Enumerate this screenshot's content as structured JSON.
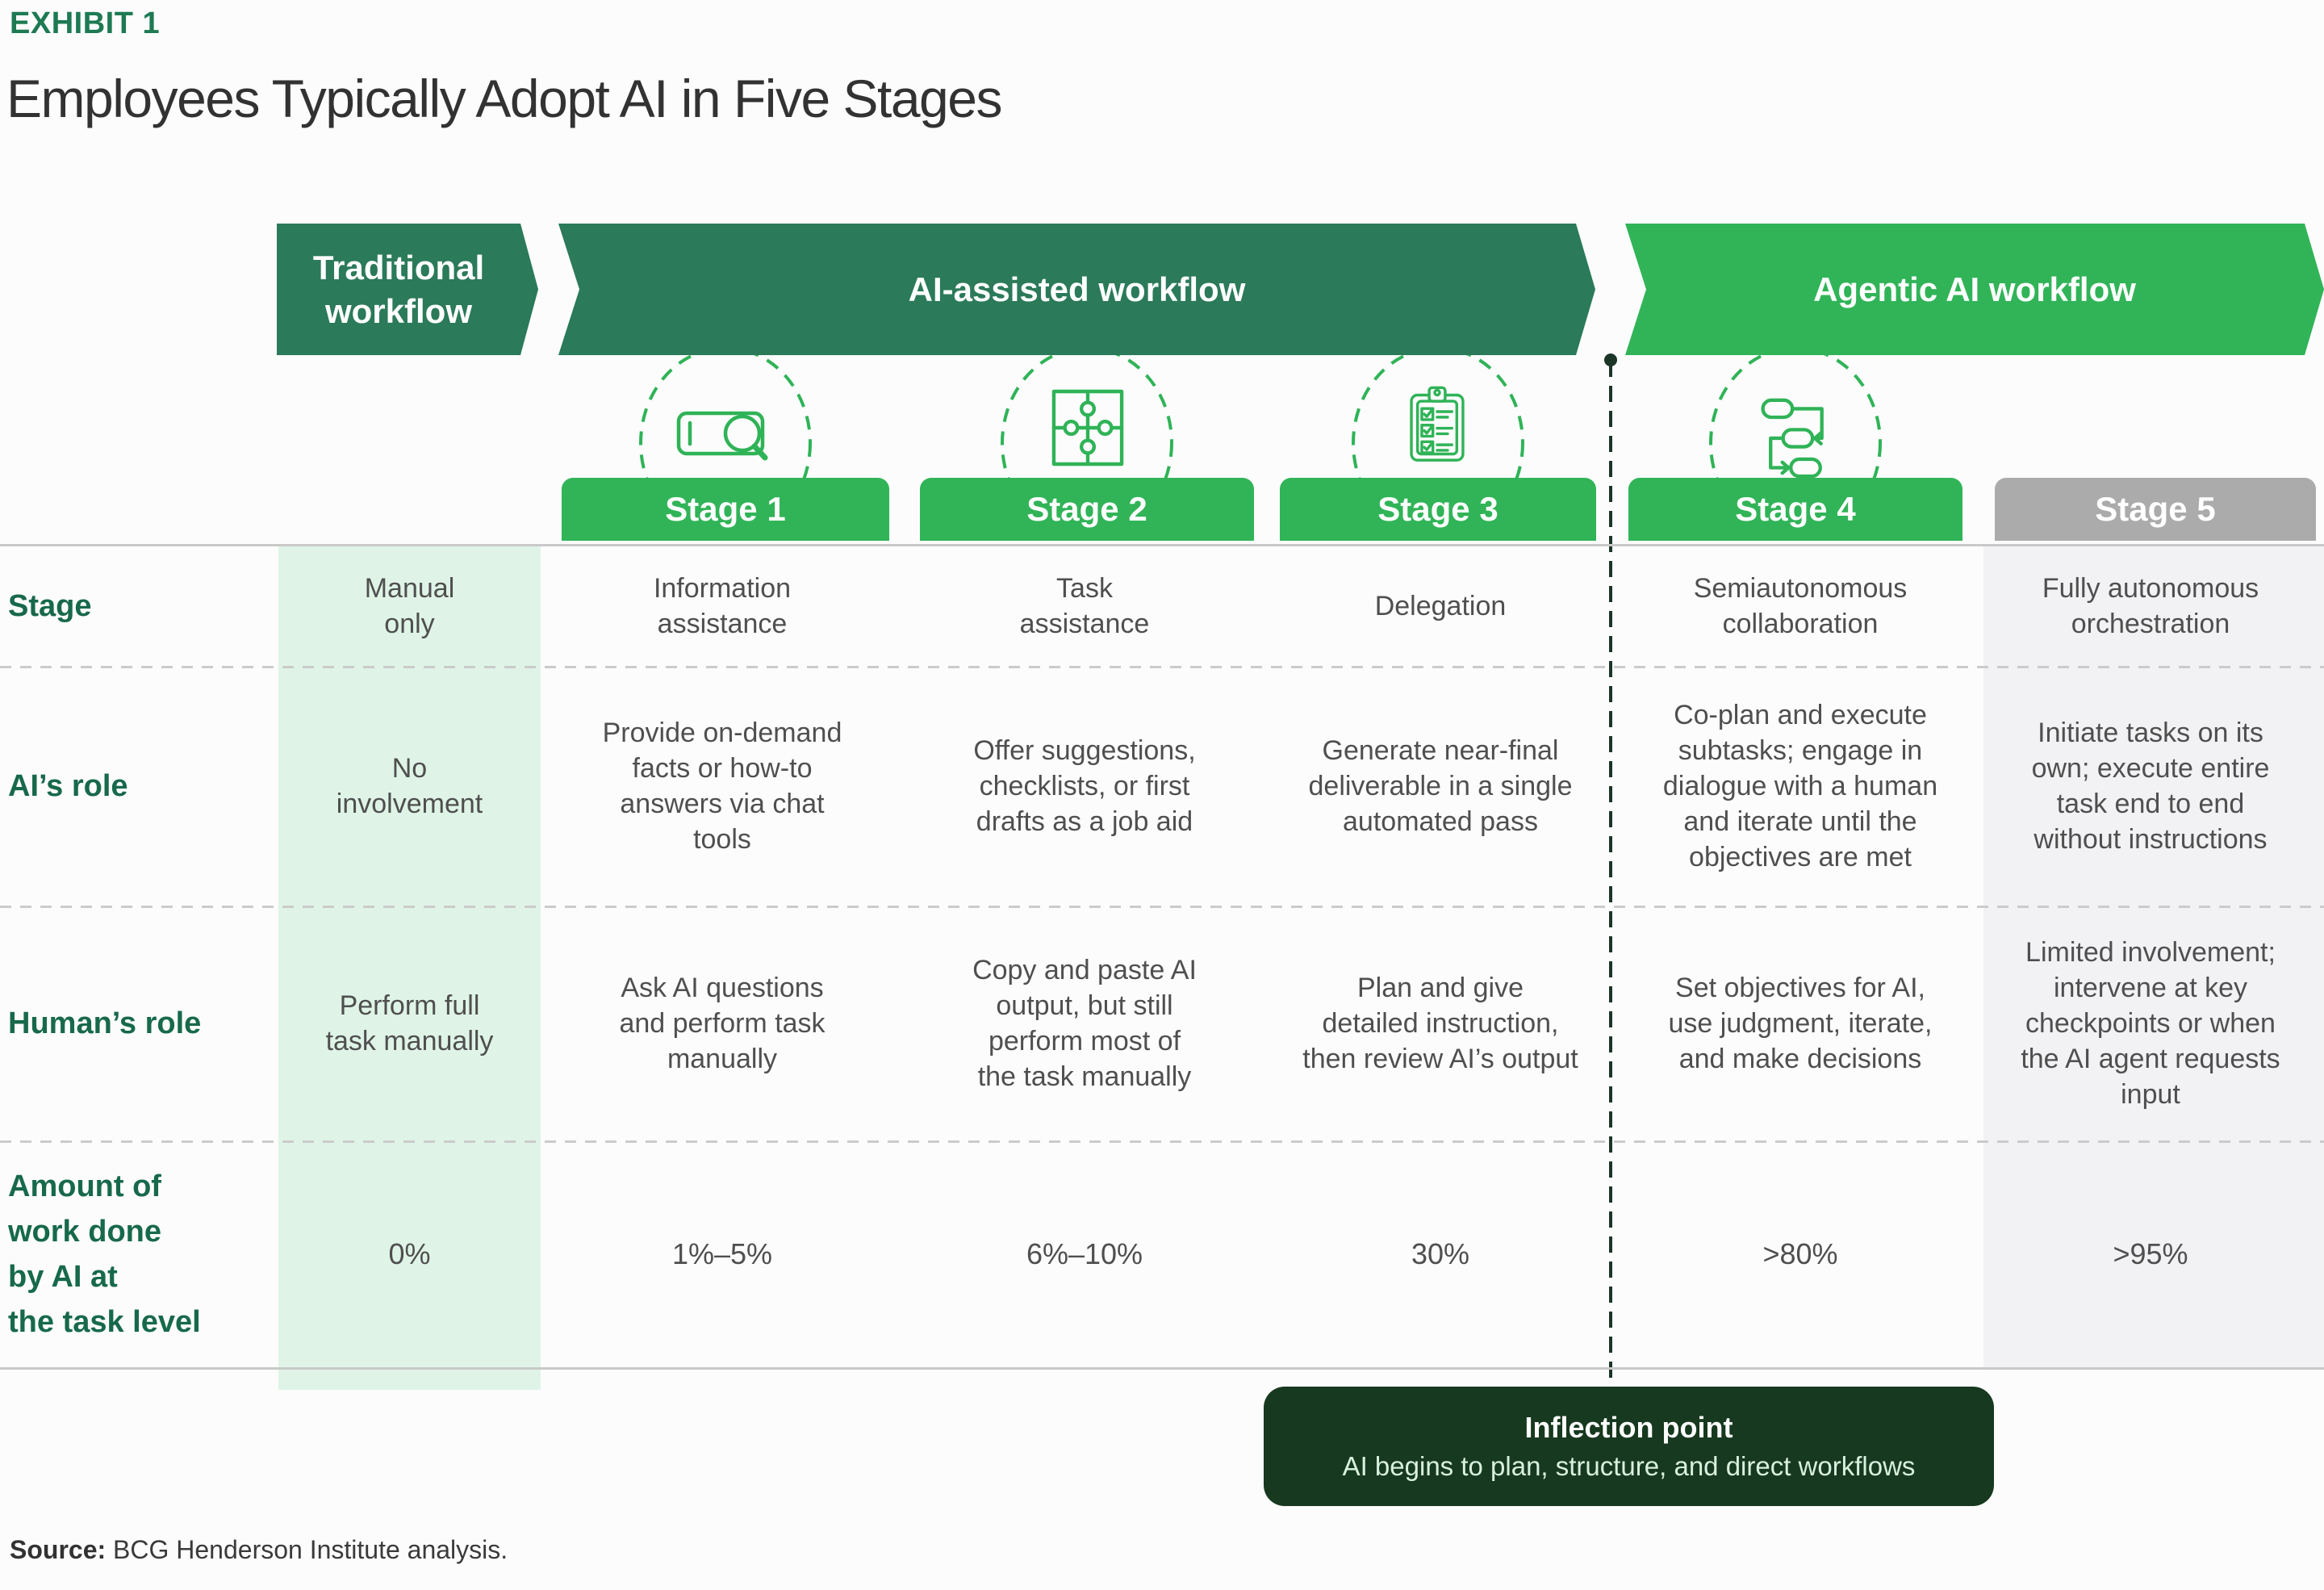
{
  "exhibit_label": "EXHIBIT 1",
  "title": "Employees Typically Adopt AI in Five Stages",
  "banners": {
    "traditional": "Traditional\nworkflow",
    "ai_assisted": "AI-assisted workflow",
    "agentic": "Agentic AI workflow"
  },
  "stages": [
    {
      "label": "Stage 1",
      "icon": "search-bar-icon"
    },
    {
      "label": "Stage 2",
      "icon": "puzzle-icon"
    },
    {
      "label": "Stage 3",
      "icon": "checklist-icon"
    },
    {
      "label": "Stage 4",
      "icon": "workflow-icon"
    },
    {
      "label": "Stage 5",
      "icon": null
    }
  ],
  "table": {
    "rows": [
      {
        "label": "Stage",
        "cells": [
          "Manual\nonly",
          "Information\nassistance",
          "Task\nassistance",
          "Delegation",
          "Semiautonomous\ncollaboration",
          "Fully autonomous\norchestration"
        ]
      },
      {
        "label": "AI’s role",
        "cells": [
          "No\ninvolvement",
          "Provide on-demand\nfacts or how-to\nanswers via chat\ntools",
          "Offer suggestions,\nchecklists, or first\ndrafts as a job aid",
          "Generate near-final\ndeliverable in a single\nautomated pass",
          "Co-plan and execute\nsubtasks; engage in\ndialogue with a human\nand iterate until the\nobjectives are met",
          "Initiate tasks on its\nown; execute entire\ntask end to end\nwithout instructions"
        ]
      },
      {
        "label": "Human’s role",
        "cells": [
          "Perform full\ntask manually",
          "Ask AI questions\nand perform task\nmanually",
          "Copy and paste AI\noutput, but still\nperform most of\nthe task manually",
          "Plan and give\ndetailed instruction,\nthen review AI’s output",
          "Set objectives for AI,\nuse judgment, iterate,\nand make decisions",
          "Limited involvement;\nintervene at key\ncheckpoints or when\nthe AI agent requests\ninput"
        ]
      },
      {
        "label": "Amount of\nwork done\nby AI at\nthe task level",
        "cells": [
          "0%",
          "1%–5%",
          "6%–10%",
          "30%",
          ">80%",
          ">95%"
        ]
      }
    ]
  },
  "inflection": {
    "title": "Inflection point",
    "subtitle": "AI begins to plan, structure, and direct workflows"
  },
  "source": {
    "prefix": "Source:",
    "text": " BCG Henderson Institute analysis."
  },
  "colors": {
    "dark_green_banner": "#2B7A59",
    "light_green_banner": "#31B458",
    "gray_banner": "#ABABAB",
    "light_green_column": "#DFF4E7",
    "light_gray_column": "#F2F2F4",
    "label_green": "#17694B",
    "exhibit_green": "#1D7A53",
    "inflection_box": "#17391F",
    "icon_green": "#2FB357"
  }
}
